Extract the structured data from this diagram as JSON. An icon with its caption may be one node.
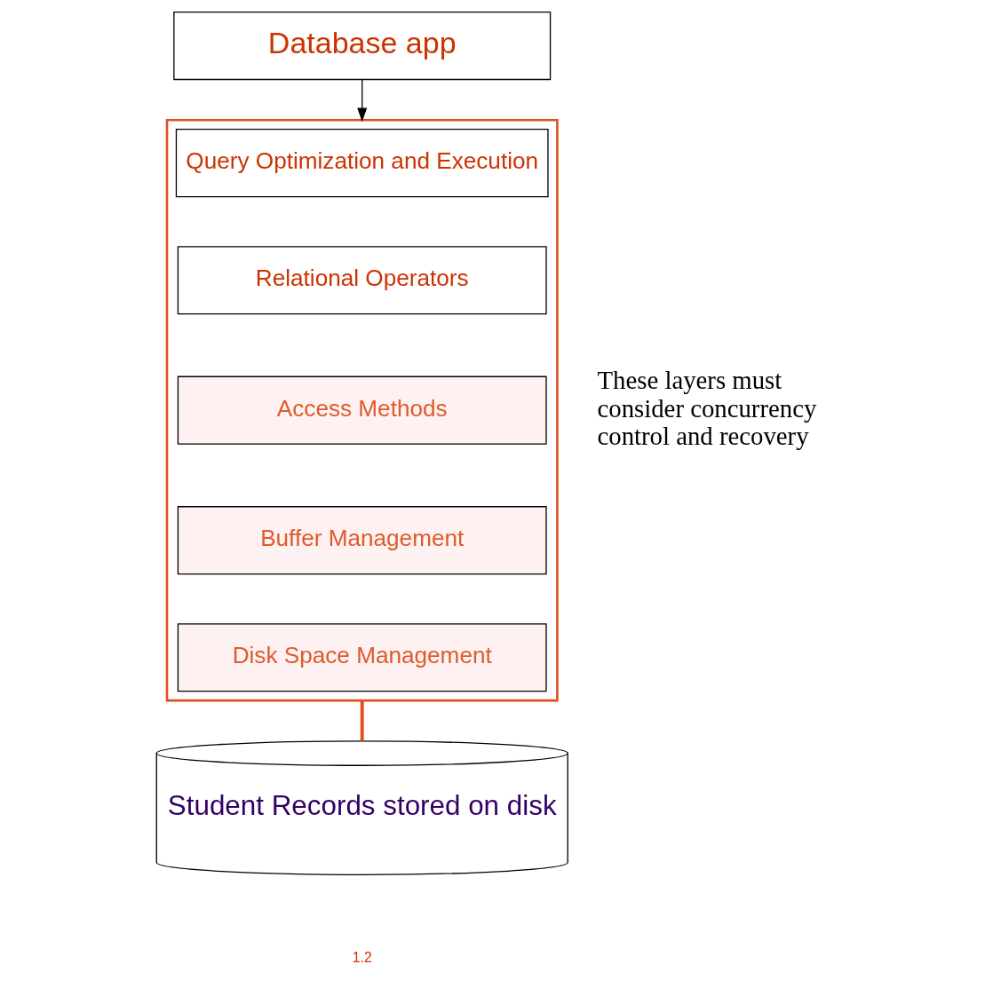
{
  "diagram": {
    "nodes": [
      {
        "text": [
          "Database app"
        ]
      },
      {
        "text": [],
        "shape": "box"
      },
      {
        "text": [
          "Query Optimization and Execution"
        ],
        "in": 1
      },
      {
        "text": [
          "Relational Operators"
        ],
        "in": 1
      },
      {
        "text": [
          "Access Methods"
        ],
        "in": 1
      },
      {
        "text": [
          "Buffer Management"
        ],
        "in": 1
      },
      {
        "text": [
          "Disk Space Management"
        ],
        "in": 1
      },
      {
        "text": [
          "Student Records stored on disk"
        ]
      }
    ],
    "edges": [
      {
        "from": 0,
        "to": 1,
        "arrow": "to"
      },
      {
        "from": 1,
        "to": 7,
        "arrow": "none",
        "style": "thick",
        "color": "#e0501e"
      }
    ],
    "labels": [
      "These layers must consider concurrency control and recovery",
      "1.2"
    ]
  }
}
